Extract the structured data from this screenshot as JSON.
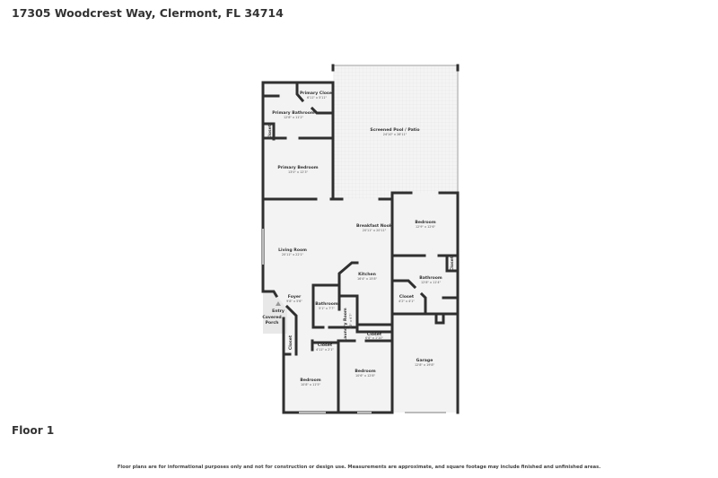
{
  "title": "17305 Woodcrest Way, Clermont, FL 34714",
  "floor_label": "Floor 1",
  "disclaimer": "Floor plans are for informational purposes only and not for construction or design use. Measurements are approximate, and square footage may include finished and unfinished areas.",
  "rooms": [
    {
      "name": "Primary Closet",
      "dims": "6'11\" x 5'11\""
    },
    {
      "name": "Primary Bathroom",
      "dims": "12'8\" x 11'2\""
    },
    {
      "name": "Screened Pool / Patio",
      "dims": "24'10\" x 26'11\""
    },
    {
      "name": "Closet",
      "dims": ""
    },
    {
      "name": "Primary Bedroom",
      "dims": "13'0\" x 12'3\""
    },
    {
      "name": "Breakfast Nook",
      "dims": "20'11\" x 20'11\""
    },
    {
      "name": "Bedroom",
      "dims": "12'9\" x 12'6\""
    },
    {
      "name": "Living Room",
      "dims": "20'11\" x 22'1\""
    },
    {
      "name": "Closet",
      "dims": ""
    },
    {
      "name": "Kitchen",
      "dims": "16'4\" x 15'8\""
    },
    {
      "name": "Bathroom",
      "dims": "12'8\" x 11'4\""
    },
    {
      "name": "Closet",
      "dims": "4'2\" x 4'1\""
    },
    {
      "name": "Foyer",
      "dims": "9'8\" x 5'6\""
    },
    {
      "name": "Bathroom",
      "dims": "5'1\" x 7'7\""
    },
    {
      "name": "Laundry Room",
      "dims": "5'3\" x 6'7\""
    },
    {
      "name": "Closet",
      "dims": "6'8\" x 1'10\""
    },
    {
      "name": "Closet",
      "dims": ""
    },
    {
      "name": "Closet",
      "dims": "4'11\" x 2'1\""
    },
    {
      "name": "Bedroom",
      "dims": "10'8\" x 11'5\""
    },
    {
      "name": "Bedroom",
      "dims": "10'6\" x 12'8\""
    },
    {
      "name": "Garage",
      "dims": "12'8\" x 19'8\""
    }
  ],
  "entry": {
    "entry_label": "Entry",
    "porch_label": "Covered Porch"
  }
}
